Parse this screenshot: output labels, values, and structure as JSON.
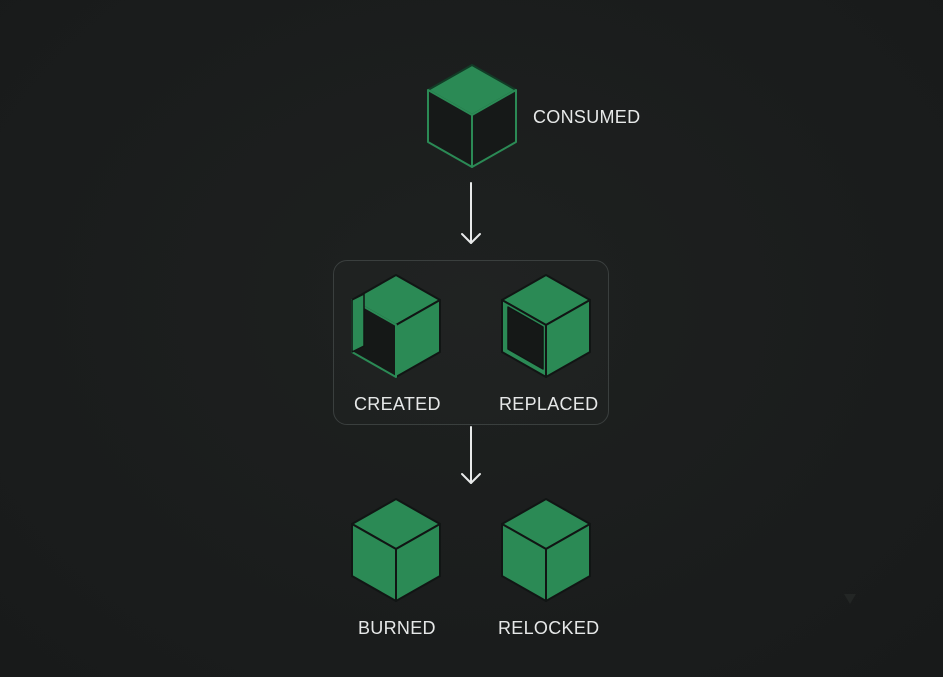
{
  "colors": {
    "background": "#1b1d1d",
    "cube_fill": "#2b8a55",
    "cube_stroke": "#111514",
    "cube_dark_face": "#151817",
    "text": "#e6e8e8",
    "arrow": "#e8eaea",
    "group_border": "#3a3f3e"
  },
  "nodes": {
    "consumed": {
      "label": "CONSUMED",
      "icon": "cube-outline-icon"
    },
    "created": {
      "label": "CREATED",
      "icon": "cube-open-left-icon"
    },
    "replaced": {
      "label": "REPLACED",
      "icon": "cube-open-front-icon"
    },
    "burned": {
      "label": "BURNED",
      "icon": "cube-solid-icon"
    },
    "relocked": {
      "label": "RELOCKED",
      "icon": "cube-solid-icon"
    }
  },
  "edges": [
    {
      "from": "consumed",
      "to": "group-created-replaced"
    },
    {
      "from": "group-created-replaced",
      "to": "group-burned-relocked"
    }
  ]
}
